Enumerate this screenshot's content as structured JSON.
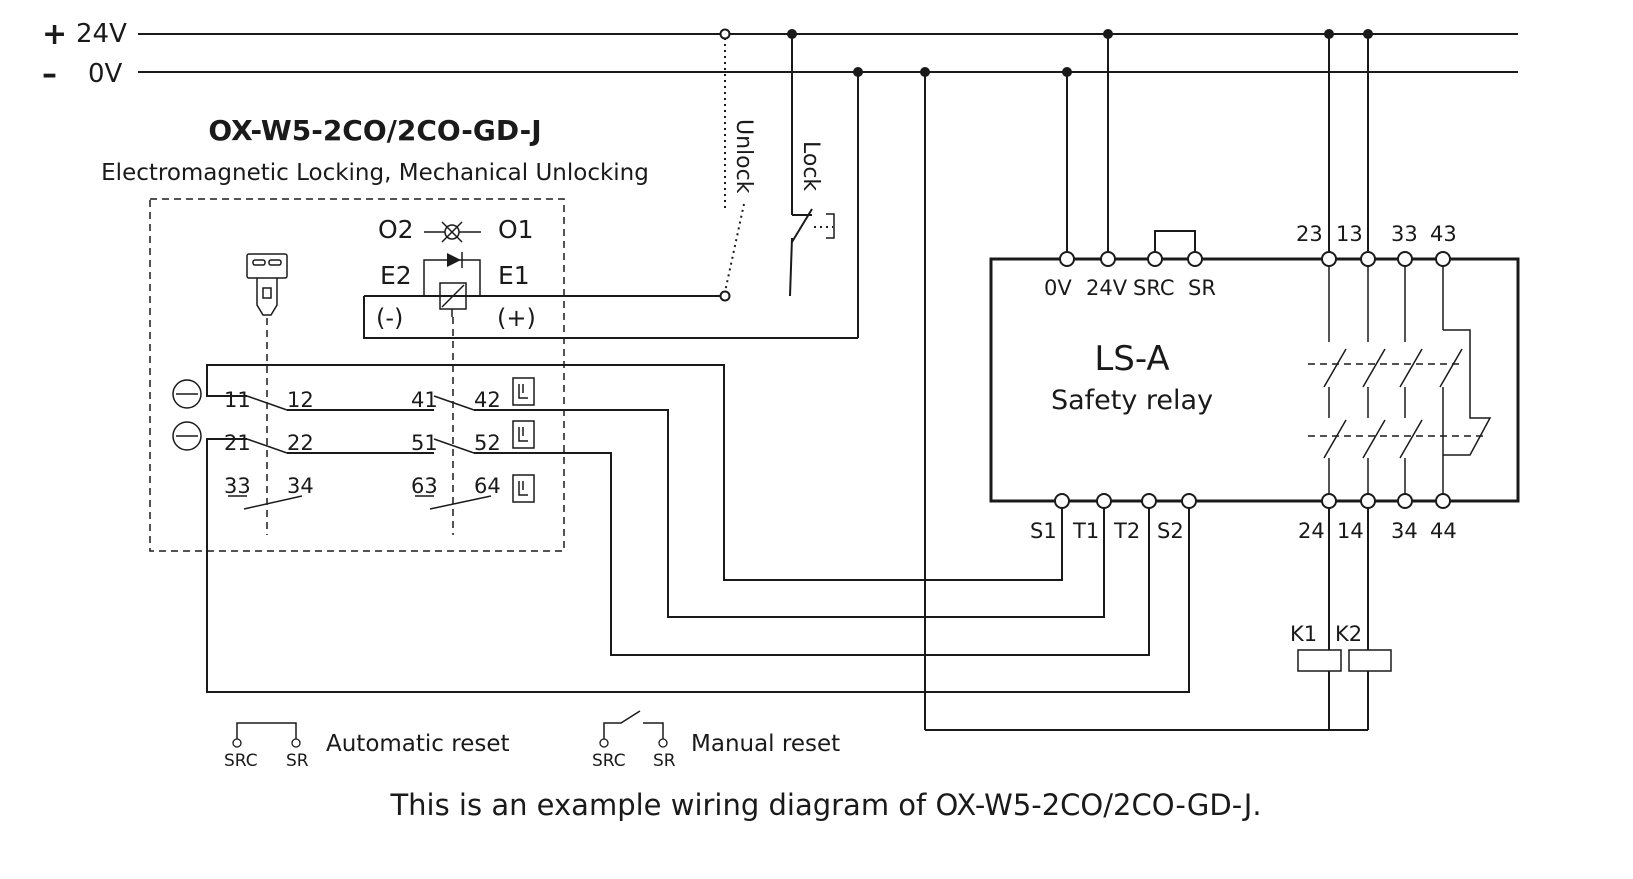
{
  "rails": {
    "pos_sign": "+",
    "pos_label": "24V",
    "neg_sign": "–",
    "neg_label": "0V"
  },
  "device": {
    "model": "OX-W5-2CO/2CO-GD-J",
    "description": "Electromagnetic Locking, Mechanical Unlocking",
    "lamp_left": "O2",
    "lamp_right": "O1",
    "coil_left": "E2",
    "coil_right": "E1",
    "coil_minus": "(-)",
    "coil_plus": "(+)",
    "contacts": [
      "11",
      "12",
      "41",
      "42",
      "21",
      "22",
      "51",
      "52",
      "33",
      "34",
      "63",
      "64"
    ]
  },
  "switches": {
    "unlock": "Unlock",
    "lock": "Lock"
  },
  "relay": {
    "name": "LS-A",
    "subtitle": "Safety relay",
    "top_inputs": [
      "0V",
      "24V",
      "SRC",
      "SR"
    ],
    "top_outputs": [
      "23",
      "13",
      "33",
      "43"
    ],
    "bottom_inputs": [
      "S1",
      "T1",
      "T2",
      "S2"
    ],
    "bottom_outputs": [
      "24",
      "14",
      "34",
      "44"
    ]
  },
  "contactors": [
    "K1",
    "K2"
  ],
  "legend": {
    "auto": {
      "src": "SRC",
      "sr": "SR",
      "label": "Automatic reset"
    },
    "manual": {
      "src": "SRC",
      "sr": "SR",
      "label": "Manual reset"
    }
  },
  "caption": "This is an example wiring diagram of OX-W5-2CO/2CO-GD-J."
}
